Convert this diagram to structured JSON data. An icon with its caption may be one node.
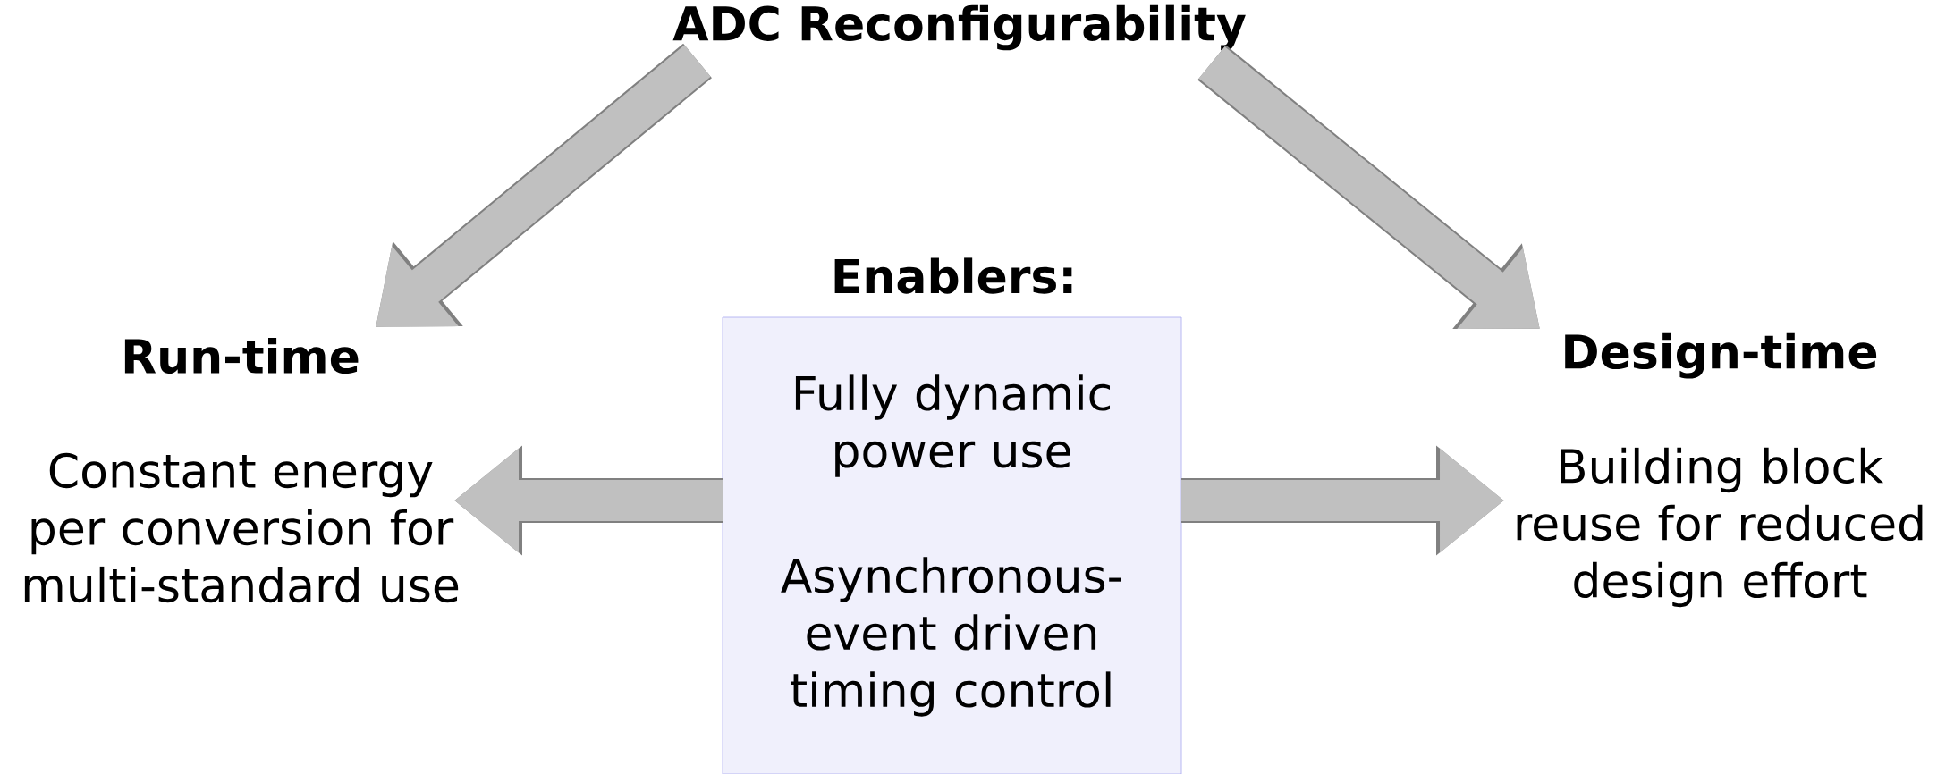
{
  "diagram": {
    "nodes": [
      {
        "text": [
          "ADC Reconfigurability"
        ]
      },
      {
        "text": [
          "Run-time",
          "Constant energy per conversion for multi-standard use"
        ]
      },
      {
        "text": [
          "Enablers:",
          "Fully dynamic power use",
          "Asynchronous-event driven timing control"
        ]
      },
      {
        "text": [
          "Design-time",
          "Building block reuse for reduced design effort"
        ]
      }
    ],
    "edges": [
      {
        "from": 0,
        "to": 1,
        "arrow": "to"
      },
      {
        "from": 0,
        "to": 3,
        "arrow": "to"
      },
      {
        "from": 2,
        "to": 1,
        "arrow": "to"
      },
      {
        "from": 2,
        "to": 3,
        "arrow": "to"
      }
    ]
  }
}
